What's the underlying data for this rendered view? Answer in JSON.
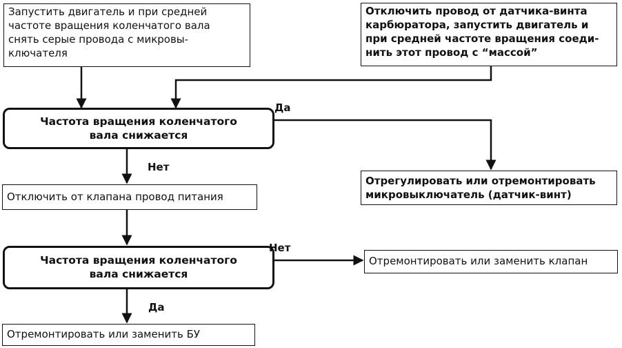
{
  "nodes": {
    "start_action": {
      "lines": [
        "Запустить двигатель и при средней",
        "частоте вращения коленчатого вала",
        "снять серые провода с микровы-",
        "ключателя"
      ]
    },
    "alt_action": {
      "lines": [
        "Отключить провод от датчика-винта",
        "карбюратора, запустить двигатель и",
        "при средней частоте вращения соеди-",
        "нить этот провод с “массой”"
      ]
    },
    "decision_1": {
      "lines": [
        "Частота вращения коленчатого",
        "вала снижается"
      ]
    },
    "adjust_microswitch": {
      "lines": [
        "Отрегулировать или отремонтировать",
        "микровыключатель (датчик-винт)"
      ]
    },
    "disconnect_valve": {
      "lines": [
        "Отключить от клапана провод питания"
      ]
    },
    "decision_2": {
      "lines": [
        "Частота вращения коленчатого",
        "вала снижается"
      ]
    },
    "repair_valve": {
      "lines": [
        "Отремонтировать или заменить клапан"
      ]
    },
    "repair_ecu": {
      "lines": [
        "Отремонтировать или заменить БУ"
      ]
    }
  },
  "edges": {
    "d1_yes": "Да",
    "d1_no": "Нет",
    "d2_no": "Нет",
    "d2_yes": "Да"
  }
}
